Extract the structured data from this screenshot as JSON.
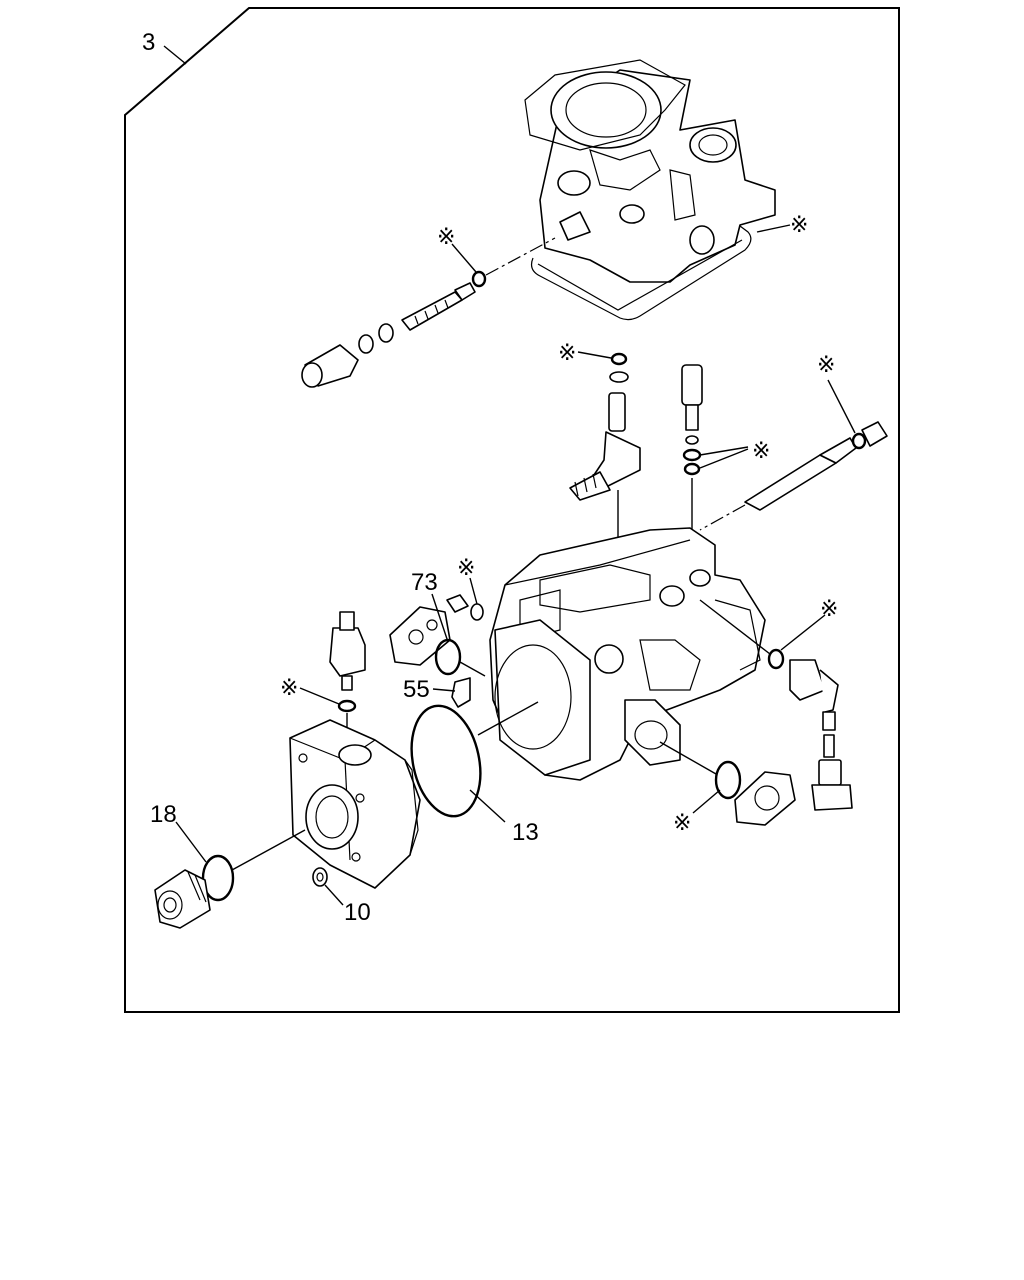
{
  "labels": {
    "assembly": "3",
    "part_73": "73",
    "part_55": "55",
    "part_13": "13",
    "part_18": "18",
    "part_10": "10"
  },
  "callout_symbol": "※",
  "colors": {
    "ink": "#000000",
    "paper": "#ffffff"
  }
}
